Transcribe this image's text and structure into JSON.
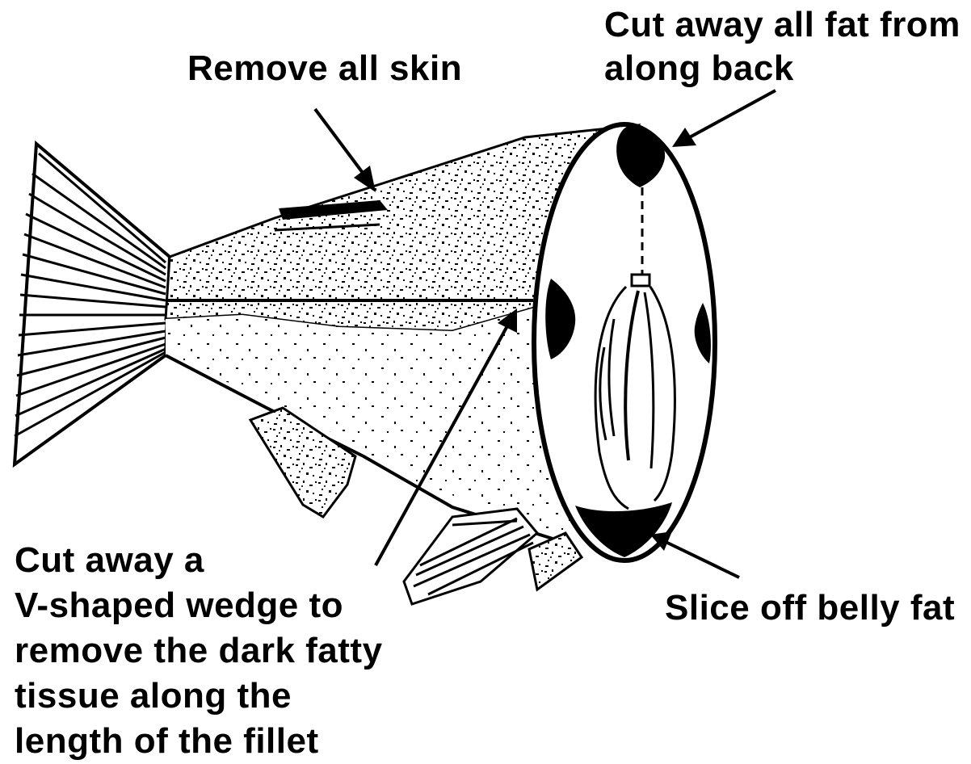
{
  "labels": {
    "remove_skin": "Remove all skin",
    "back_fat": [
      "Cut away all fat from",
      "along back"
    ],
    "belly_fat": "Slice off belly fat",
    "wedge": [
      "Cut away a",
      "V-shaped wedge to",
      "remove the dark fatty",
      "tissue along the",
      "length of the fillet"
    ]
  },
  "colors": {
    "ink": "#000000",
    "background": "#ffffff",
    "fat_region": "#000000"
  }
}
